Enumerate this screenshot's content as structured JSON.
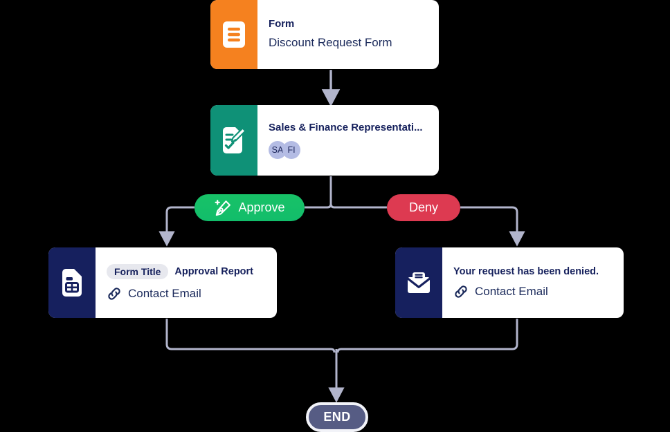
{
  "diagram": {
    "type": "workflow-flowchart",
    "background_color": "#000000",
    "connector_color": "#B2B5CC",
    "nodes": [
      {
        "id": "form",
        "icon": "form-document-icon",
        "icon_color": "#F5811F",
        "title": "Form",
        "subtitle": "Discount Request Form"
      },
      {
        "id": "approval",
        "icon": "signature-approval-icon",
        "icon_color": "#0F9177",
        "title": "Sales & Finance Representati...",
        "avatars": [
          {
            "initials": "SA",
            "color": "#B4BCE4"
          },
          {
            "initials": "FI",
            "color": "#B4BCE4"
          }
        ]
      },
      {
        "id": "report",
        "icon": "report-document-icon",
        "icon_color": "#16205E",
        "chip_label": "Form Title",
        "chip_value": "Approval Report",
        "link_icon": "link-chain-icon",
        "link_label": "Contact Email"
      },
      {
        "id": "denied",
        "icon": "email-envelope-icon",
        "icon_color": "#16205E",
        "message": "Your request has been denied.",
        "link_icon": "link-chain-icon",
        "link_label": "Contact Email"
      }
    ],
    "branches": [
      {
        "id": "approve",
        "label": "Approve",
        "color": "#18C268",
        "icon": "signature-pen-plus-icon"
      },
      {
        "id": "deny",
        "label": "Deny",
        "color": "#DD3A51",
        "icon": null
      }
    ],
    "terminator": {
      "label": "END",
      "color": "#565C84",
      "ring_color": "#F2F3F8"
    }
  }
}
